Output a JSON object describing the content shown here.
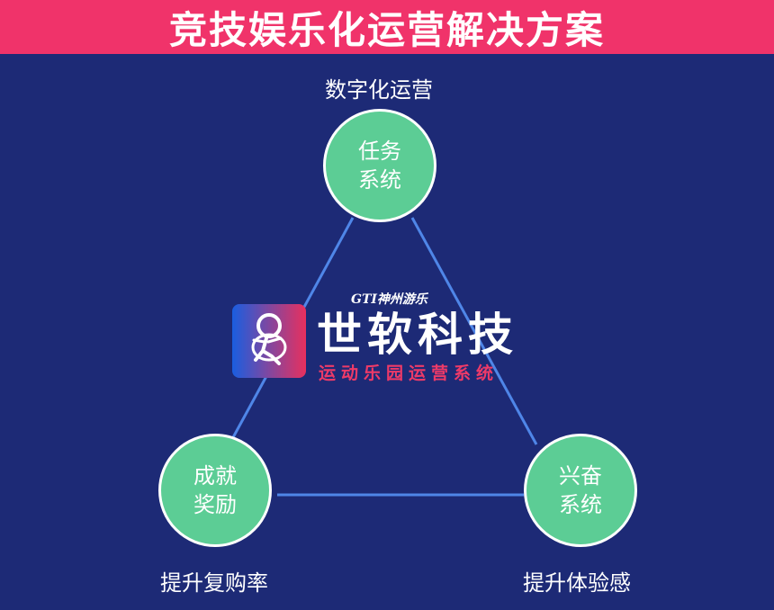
{
  "title": "竞技娱乐化运营解决方案",
  "top_label": "数字化运营",
  "nodes": {
    "top": {
      "line1": "任务",
      "line2": "系统"
    },
    "left": {
      "line1": "成就",
      "line2": "奖励"
    },
    "right": {
      "line1": "兴奋",
      "line2": "系统"
    }
  },
  "bottom_left_label": "提升复购率",
  "bottom_right_label": "提升体验感",
  "logo": {
    "mark": "GTI神州游乐",
    "name": "世软科技",
    "tagline": "运动乐园运营系统"
  },
  "colors": {
    "background": "#1d2a76",
    "title_bar": "#f0336a",
    "node_fill": "#5ccd95",
    "connector": "#4f86e8",
    "tagline": "#ee3a68"
  },
  "icons": {
    "logo_icon": "runner-with-ring-icon"
  }
}
